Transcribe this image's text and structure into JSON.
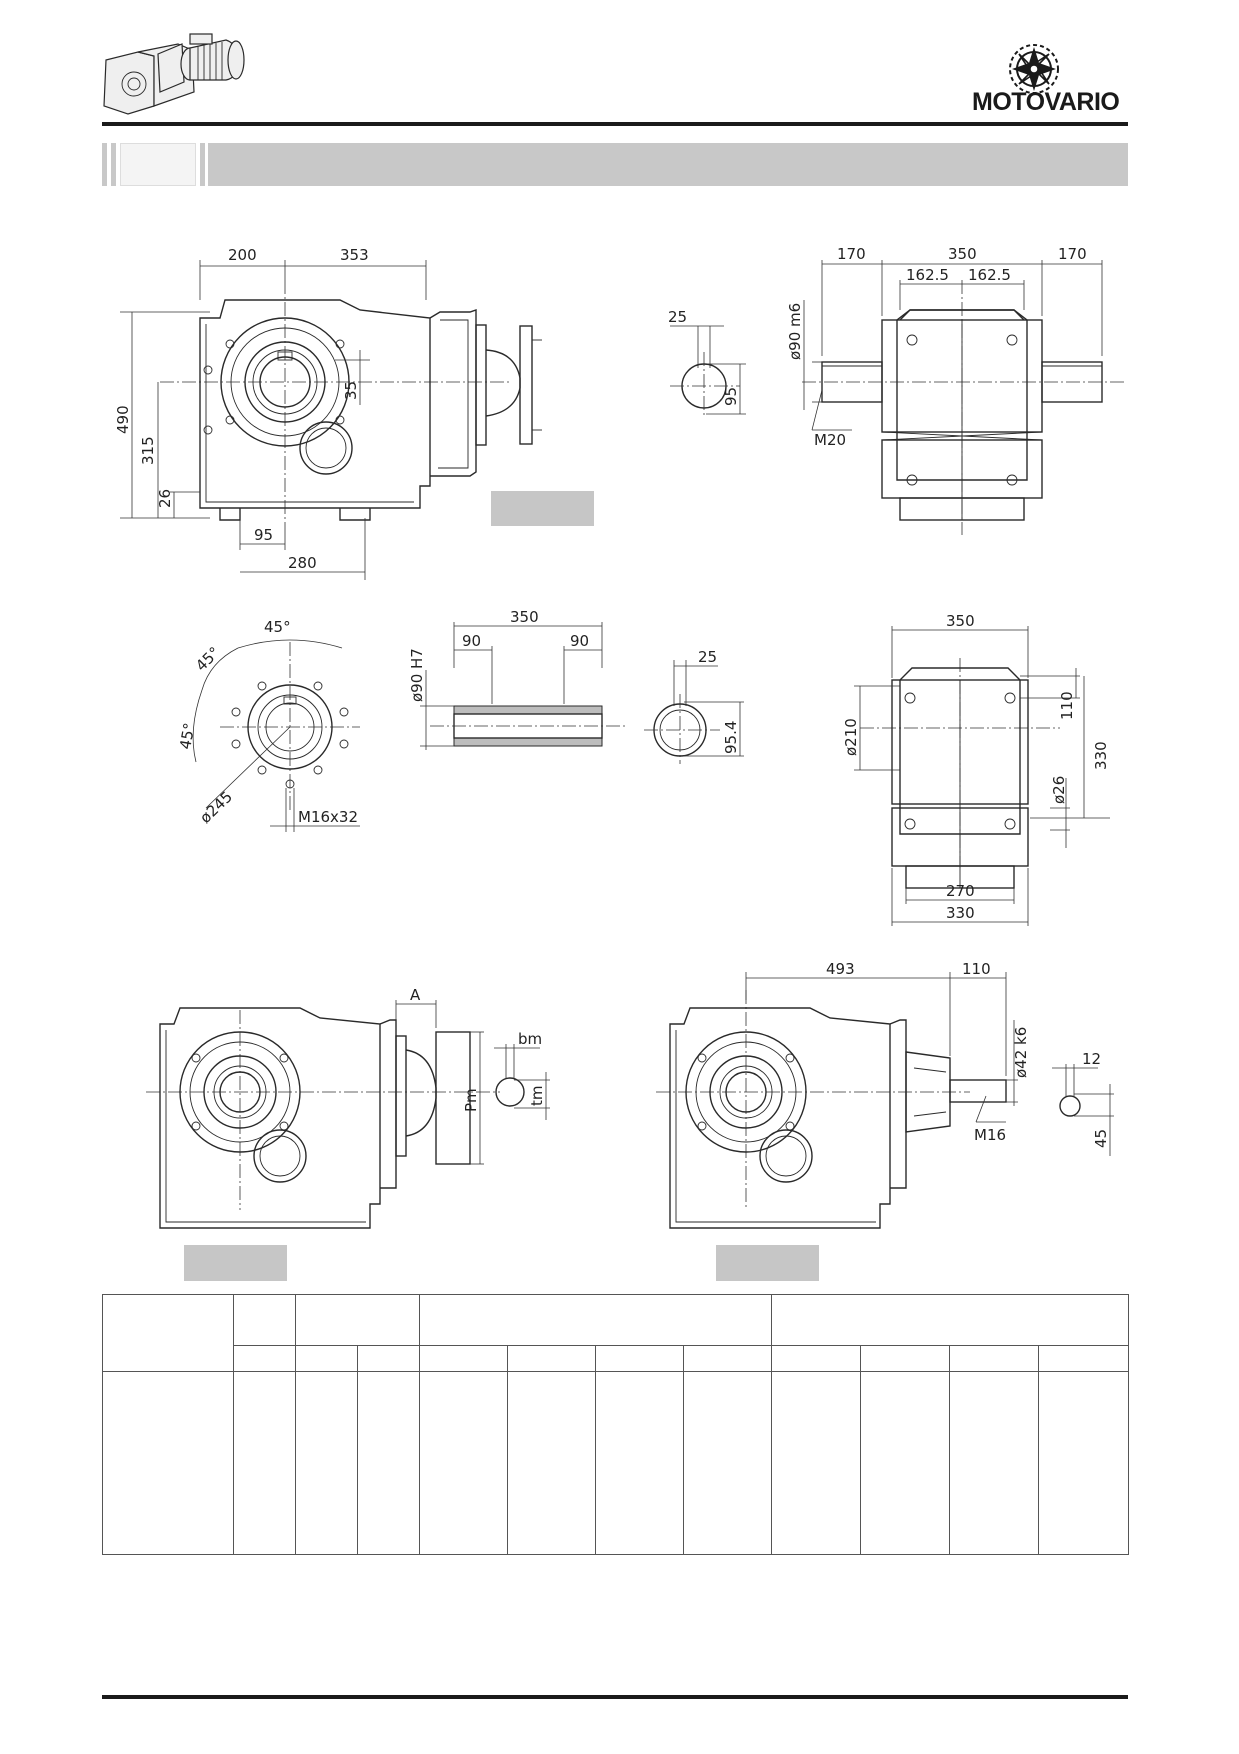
{
  "brand": {
    "name": "MOTOVARIO",
    "logo_icon": "gear-flower-icon",
    "thumbnail_icon": "gearmotor-thumbnail-icon"
  },
  "colors": {
    "rule": "#1a1a1a",
    "band": "#c8c8c8",
    "line": "#2a2a2a"
  },
  "view1": {
    "top_left": "200",
    "top_right": "353",
    "height_total": "490",
    "height_axis": "315",
    "foot": "26",
    "offset": "35",
    "bottom_inner": "95",
    "bottom_outer": "280"
  },
  "shaft_key1": {
    "width": "25",
    "height": "95"
  },
  "view2": {
    "left": "170",
    "center": "350",
    "right": "170",
    "half_left": "162.5",
    "half_right": "162.5",
    "shaft": "ø90 m6",
    "thread": "M20"
  },
  "flange": {
    "angle_top": "45°",
    "angle_mid": "45°",
    "angle_low": "45°",
    "pcd": "ø245",
    "thread": "M16x32"
  },
  "hollow_shaft": {
    "length": "350",
    "left": "90",
    "right": "90",
    "bore": "ø90 H7"
  },
  "shaft_key2": {
    "width": "25",
    "height": "95.4"
  },
  "view3": {
    "width_top": "350",
    "height_a": "110",
    "height_b": "330",
    "bore": "ø210",
    "hole": "ø26",
    "base_inner": "270",
    "base_outer": "330"
  },
  "view4": {
    "dim_a": "A",
    "dim_pm": "Pm",
    "key_bm": "bm",
    "key_tm": "tm"
  },
  "view5": {
    "length": "493",
    "shaft_len": "110",
    "shaft_dia": "ø42 k6",
    "thread": "M16",
    "key_width": "12",
    "key_height": "45"
  }
}
